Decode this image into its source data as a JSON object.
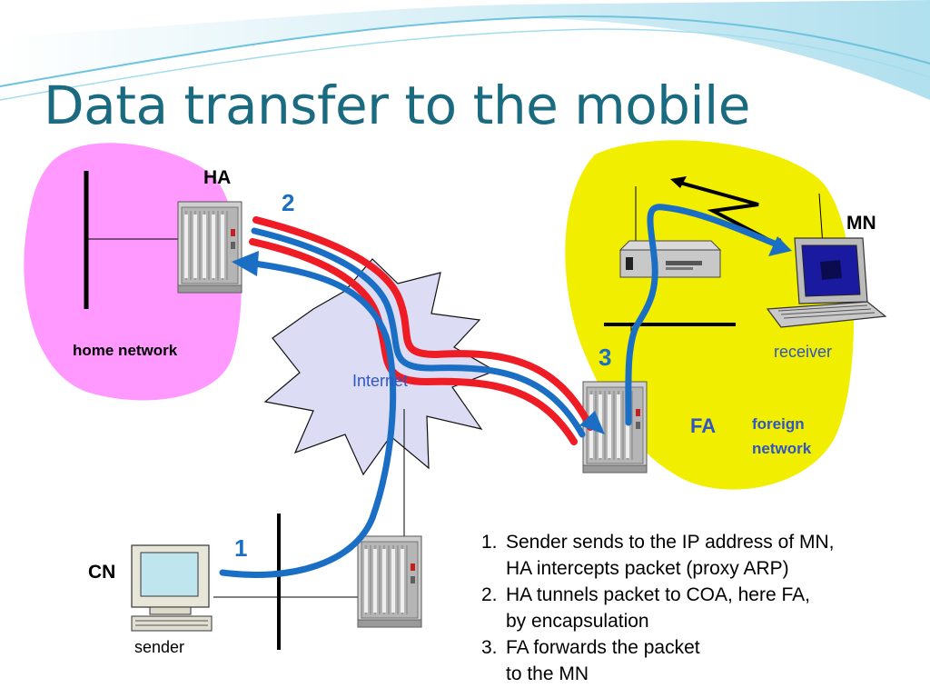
{
  "title": "Data transfer to the mobile",
  "labels": {
    "ha": "HA",
    "mn": "MN",
    "fa": "FA",
    "cn": "CN",
    "home_network": "home network",
    "foreign_network": "foreign\nnetwork",
    "internet": "Internet",
    "receiver": "receiver",
    "sender": "sender"
  },
  "step_markers": [
    "1",
    "2",
    "3"
  ],
  "steps": [
    {
      "num": "1.",
      "text": "Sender sends to the IP address of MN,\nHA intercepts packet (proxy ARP)"
    },
    {
      "num": "2.",
      "text": "HA tunnels packet to COA, here FA,\nby encapsulation"
    },
    {
      "num": "3.",
      "text": "FA forwards the packet\nto the MN"
    }
  ],
  "colors": {
    "title": "#1a6a80",
    "home_network": "#ff99ff",
    "foreign_network": "#f2ee00",
    "internet_cloud": "#dcdcf5",
    "path_blue": "#1a6fc4",
    "tunnel_red": "#ee1c24",
    "marker_blue": "#1a6fc4",
    "label_blue": "#2f55c4"
  },
  "icons": [
    "router-icon",
    "laptop-icon",
    "desktop-computer-icon",
    "modem-icon",
    "wireless-link-icon"
  ]
}
